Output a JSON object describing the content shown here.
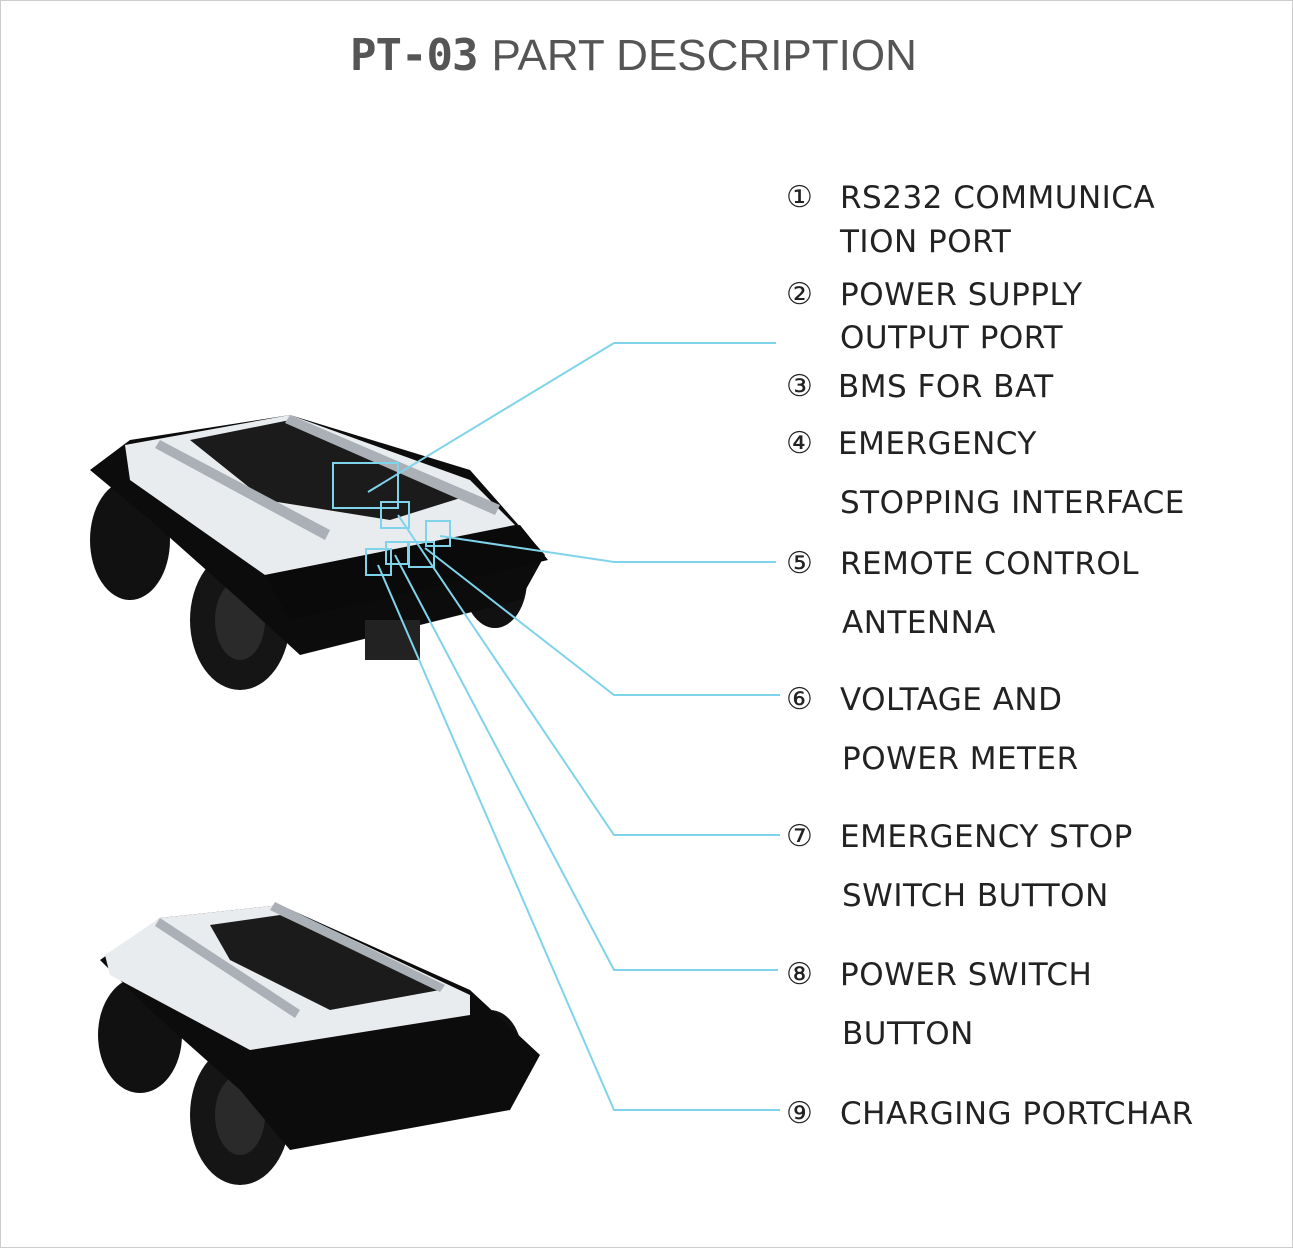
{
  "title": {
    "model": "PT-03",
    "text": "PART DESCRIPTION"
  },
  "accent_color": "#7fd3ea",
  "parts": [
    {
      "num": "①",
      "lines": [
        "RS232 COMMUNICA",
        "TION PORT"
      ]
    },
    {
      "num": "②",
      "lines": [
        "POWER SUPPLY",
        "OUTPUT PORT"
      ]
    },
    {
      "num": "③",
      "lines": [
        "BMS FOR BAT"
      ]
    },
    {
      "num": "④",
      "lines": [
        "EMERGENCY",
        "STOPPING INTERFACE"
      ]
    },
    {
      "num": "⑤",
      "lines": [
        "REMOTE CONTROL",
        "ANTENNA"
      ]
    },
    {
      "num": "⑥",
      "lines": [
        "VOLTAGE AND",
        "POWER METER"
      ]
    },
    {
      "num": "⑦",
      "lines": [
        "EMERGENCY STOP",
        "SWITCH BUTTON"
      ]
    },
    {
      "num": "⑧",
      "lines": [
        "POWER SWITCH",
        "BUTTON"
      ]
    },
    {
      "num": "⑨",
      "lines": [
        "CHARGING PORTCHAR"
      ]
    }
  ]
}
